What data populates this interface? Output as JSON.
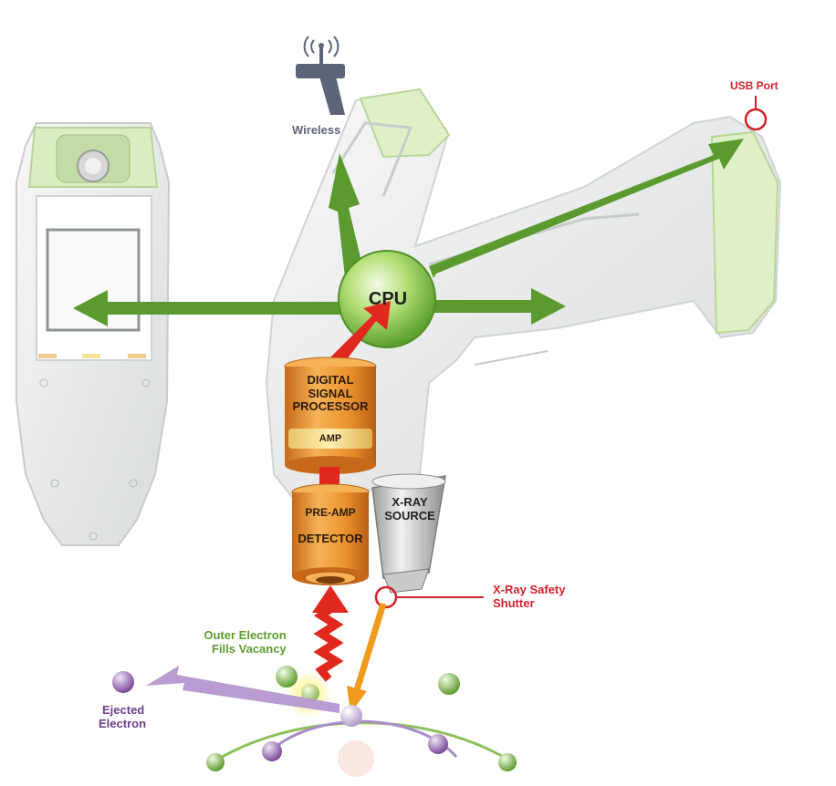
{
  "colors": {
    "arrow_green": "#5a9a2e",
    "cpu_green": "#7cc447",
    "signal_red": "#e0281e",
    "xray_orange": "#f09a1e",
    "label_red": "#d4202a",
    "label_green": "#5d9e2f",
    "label_purple": "#6b3f8e",
    "label_slate": "#5c6478",
    "detector_orange": "#e88a2a"
  },
  "icons": {
    "wireless": "wireless-antenna-icon",
    "usb": "usb-port-marker"
  },
  "labels": {
    "wireless": "Wireless",
    "usb_port": "USB Port",
    "cpu": "CPU",
    "dsp_line1": "DIGITAL",
    "dsp_line2": "SIGNAL",
    "dsp_line3": "PROCESSOR",
    "amp": "AMP",
    "pre_amp": "PRE-AMP",
    "detector": "DETECTOR",
    "xray_line1": "X-RAY",
    "xray_line2": "SOURCE",
    "shutter_line1": "X-Ray Safety",
    "shutter_line2": "Shutter",
    "outer_line1": "Outer Electron",
    "outer_line2": "Fills Vacancy",
    "ejected_line1": "Ejected",
    "ejected_line2": "Electron"
  }
}
